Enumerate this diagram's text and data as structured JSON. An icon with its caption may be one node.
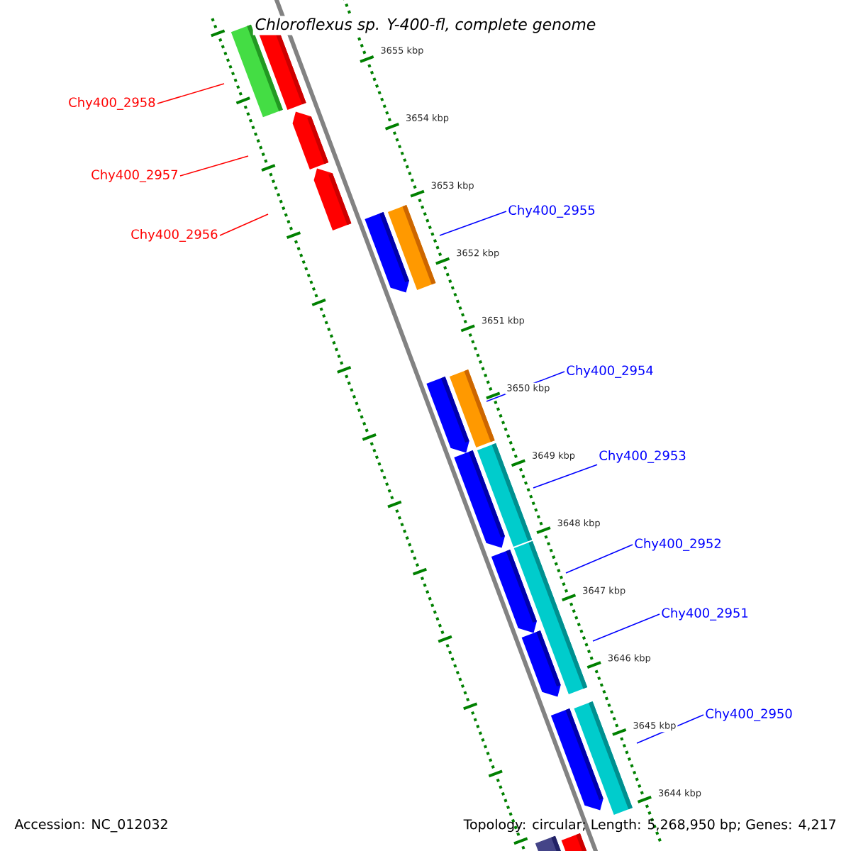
{
  "diagram": {
    "title": "Chloroflexus sp. Y-400-fl, complete genome",
    "nodes": [
      {
        "text": [
          "Chy400_2958"
        ]
      },
      {
        "text": [
          "Chy400_2957"
        ]
      },
      {
        "text": [
          "Chy400_2955"
        ]
      },
      {
        "text": [
          "Chy400_2956"
        ]
      },
      {
        "text": [
          "Chy400_2954"
        ]
      },
      {
        "text": [
          "Chy400_2953"
        ]
      },
      {
        "text": [
          "Chy400_2952"
        ]
      },
      {
        "text": [
          "Chy400_2951"
        ]
      },
      {
        "text": [
          "Chy400_2950"
        ]
      }
    ],
    "edges": [
      {
        "from": 0,
        "to": null,
        "arrow": "none",
        "color": "#ff0000"
      },
      {
        "from": 1,
        "to": null,
        "arrow": "none",
        "color": "#ff0000"
      },
      {
        "from": 2,
        "to": null,
        "arrow": "none"
      },
      {
        "from": 3,
        "to": null,
        "arrow": "none",
        "color": "#ff0000"
      },
      {
        "from": 4,
        "to": null,
        "arrow": "none"
      },
      {
        "from": 5,
        "to": null,
        "arrow": "none"
      },
      {
        "from": 6,
        "to": null,
        "arrow": "none"
      },
      {
        "from": 7,
        "to": null,
        "arrow": "none"
      },
      {
        "from": 8,
        "to": null,
        "arrow": "none"
      }
    ],
    "labels": [
      "3655 kbp",
      "3654 kbp",
      "3653 kbp",
      "3652 kbp",
      "3651 kbp",
      "3650 kbp",
      "3649 kbp",
      "3648 kbp",
      "3647 kbp",
      "3646 kbp",
      "3645 kbp",
      "3644 kbp",
      "Accession: NC_012032",
      "Topology: circular; Length: 5,268,950 bp; Genes: 4,217"
    ]
  }
}
